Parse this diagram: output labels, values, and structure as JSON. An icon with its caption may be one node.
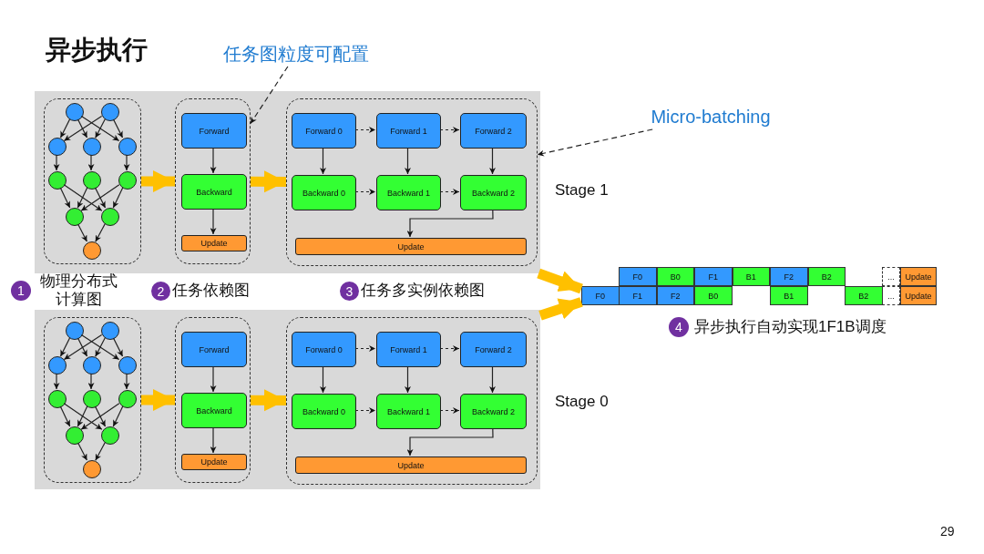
{
  "diagram": {
    "title": "异步执行",
    "nodes": [
      {
        "text": [
          "Stage 1"
        ]
      },
      {
        "text": [],
        "shape": "box",
        "in": 0
      },
      {
        "text": [],
        "shape": "circle",
        "in": 1
      },
      {
        "text": [],
        "shape": "circle",
        "in": 1
      },
      {
        "text": [],
        "shape": "circle",
        "in": 1
      },
      {
        "text": [],
        "shape": "circle",
        "in": 1
      },
      {
        "text": [],
        "shape": "circle",
        "in": 1
      },
      {
        "text": [],
        "shape": "circle",
        "in": 1
      },
      {
        "text": [],
        "shape": "circle",
        "in": 1
      },
      {
        "text": [],
        "shape": "circle",
        "in": 1
      },
      {
        "text": [],
        "shape": "circle",
        "in": 1
      },
      {
        "text": [],
        "shape": "circle",
        "in": 1
      },
      {
        "text": [],
        "shape": "circle",
        "in": 1
      },
      {
        "text": [],
        "shape": "box",
        "in": 0
      },
      {
        "text": [
          "Forward"
        ],
        "in": 13
      },
      {
        "text": [
          "Backward"
        ],
        "in": 13
      },
      {
        "text": [
          "Update"
        ],
        "in": 13
      },
      {
        "text": [],
        "shape": "box",
        "in": 0
      },
      {
        "text": [
          "Forward 0"
        ],
        "in": 17
      },
      {
        "text": [
          "Forward 1"
        ],
        "in": 17
      },
      {
        "text": [
          "Forward 2"
        ],
        "in": 17
      },
      {
        "text": [
          "Backward 0"
        ],
        "in": 17
      },
      {
        "text": [
          "Backward 1"
        ],
        "in": 17
      },
      {
        "text": [
          "Backward 2"
        ],
        "in": 17
      },
      {
        "text": [
          "Update"
        ],
        "in": 17
      },
      {
        "text": [
          "Stage 0"
        ]
      },
      {
        "text": [],
        "shape": "box",
        "in": 25
      },
      {
        "text": [],
        "shape": "circle",
        "in": 26
      },
      {
        "text": [],
        "shape": "circle",
        "in": 26
      },
      {
        "text": [],
        "shape": "circle",
        "in": 26
      },
      {
        "text": [],
        "shape": "circle",
        "in": 26
      },
      {
        "text": [],
        "shape": "circle",
        "in": 26
      },
      {
        "text": [],
        "shape": "circle",
        "in": 26
      },
      {
        "text": [],
        "shape": "circle",
        "in": 26
      },
      {
        "text": [],
        "shape": "circle",
        "in": 26
      },
      {
        "text": [],
        "shape": "circle",
        "in": 26
      },
      {
        "text": [],
        "shape": "circle",
        "in": 26
      },
      {
        "text": [],
        "shape": "circle",
        "in": 26
      },
      {
        "text": [],
        "shape": "box",
        "in": 25
      },
      {
        "text": [
          "Forward"
        ],
        "in": 38
      },
      {
        "text": [
          "Backward"
        ],
        "in": 38
      },
      {
        "text": [
          "Update"
        ],
        "in": 38
      },
      {
        "text": [],
        "shape": "box",
        "in": 25
      },
      {
        "text": [
          "Forward 0"
        ],
        "in": 42
      },
      {
        "text": [
          "Forward 1"
        ],
        "in": 42
      },
      {
        "text": [
          "Forward 2"
        ],
        "in": 42
      },
      {
        "text": [
          "Backward 0"
        ],
        "in": 42
      },
      {
        "text": [
          "Backward 1"
        ],
        "in": 42
      },
      {
        "text": [
          "Backward 2"
        ],
        "in": 42
      },
      {
        "text": [
          "Update"
        ],
        "in": 42
      },
      {
        "text": [
          "F0"
        ]
      },
      {
        "text": [
          "B0"
        ]
      },
      {
        "text": [
          "F1"
        ]
      },
      {
        "text": [
          "B1"
        ]
      },
      {
        "text": [
          "F2"
        ]
      },
      {
        "text": [
          "B2"
        ]
      },
      {
        "text": [
          "..."
        ]
      },
      {
        "text": [
          "Update"
        ]
      },
      {
        "text": [
          "F0"
        ]
      },
      {
        "text": [
          "F1"
        ]
      },
      {
        "text": [
          "F2"
        ]
      },
      {
        "text": [
          "B0"
        ]
      },
      {
        "text": [
          "B1"
        ]
      },
      {
        "text": [
          "B2"
        ]
      },
      {
        "text": [
          "..."
        ]
      },
      {
        "text": [
          "Update"
        ]
      },
      {
        "text": [
          "1"
        ],
        "beside": [
          "物理分布式计算图"
        ]
      },
      {
        "text": [
          "2"
        ],
        "beside": [
          "任务依赖图"
        ]
      },
      {
        "text": [
          "3"
        ],
        "beside": [
          "任务多实例依赖图"
        ]
      },
      {
        "text": [
          "4"
        ],
        "beside": [
          "异步执行自动实现1F1B调度"
        ]
      },
      {
        "text": [
          "任务图粒度可配置"
        ]
      },
      {
        "text": [
          "Micro-batching"
        ]
      }
    ],
    "edges": [
      {
        "from": 2,
        "to": 4,
        "arrow": "to"
      },
      {
        "from": 2,
        "to": 5,
        "arrow": "to"
      },
      {
        "from": 2,
        "to": 6,
        "arrow": "to"
      },
      {
        "from": 3,
        "to": 4,
        "arrow": "to"
      },
      {
        "from": 3,
        "to": 5,
        "arrow": "to"
      },
      {
        "from": 3,
        "to": 6,
        "arrow": "to"
      },
      {
        "from": 4,
        "to": 7,
        "arrow": "to"
      },
      {
        "from": 5,
        "to": 8,
        "arrow": "to"
      },
      {
        "from": 6,
        "to": 9,
        "arrow": "to"
      },
      {
        "from": 7,
        "to": 10,
        "arrow": "to"
      },
      {
        "from": 7,
        "to": 11,
        "arrow": "to"
      },
      {
        "from": 8,
        "to": 10,
        "arrow": "to"
      },
      {
        "from": 8,
        "to": 11,
        "arrow": "to"
      },
      {
        "from": 9,
        "to": 10,
        "arrow": "to"
      },
      {
        "from": 9,
        "to": 11,
        "arrow": "to"
      },
      {
        "from": 10,
        "to": 12,
        "arrow": "to"
      },
      {
        "from": 11,
        "to": 12,
        "arrow": "to"
      },
      {
        "from": 1,
        "to": 13,
        "arrow": "to",
        "style": "thick",
        "color": "#ffc000"
      },
      {
        "from": 13,
        "to": 17,
        "arrow": "to",
        "style": "thick",
        "color": "#ffc000"
      },
      {
        "from": 14,
        "to": 15,
        "arrow": "to"
      },
      {
        "from": 15,
        "to": 16,
        "arrow": "to"
      },
      {
        "from": 18,
        "to": 21,
        "arrow": "to"
      },
      {
        "from": 19,
        "to": 22,
        "arrow": "to"
      },
      {
        "from": 20,
        "to": 23,
        "arrow": "to"
      },
      {
        "from": 18,
        "to": 19,
        "arrow": "to",
        "style": "dashed"
      },
      {
        "from": 19,
        "to": 20,
        "arrow": "to",
        "style": "dashed"
      },
      {
        "from": 21,
        "to": 22,
        "arrow": "to",
        "style": "dashed"
      },
      {
        "from": 22,
        "to": 23,
        "arrow": "to",
        "style": "dashed"
      },
      {
        "from": 23,
        "to": 24,
        "arrow": "to"
      },
      {
        "from": 27,
        "to": 29,
        "arrow": "to"
      },
      {
        "from": 27,
        "to": 30,
        "arrow": "to"
      },
      {
        "from": 27,
        "to": 31,
        "arrow": "to"
      },
      {
        "from": 28,
        "to": 29,
        "arrow": "to"
      },
      {
        "from": 28,
        "to": 30,
        "arrow": "to"
      },
      {
        "from": 28,
        "to": 31,
        "arrow": "to"
      },
      {
        "from": 29,
        "to": 32,
        "arrow": "to"
      },
      {
        "from": 30,
        "to": 33,
        "arrow": "to"
      },
      {
        "from": 31,
        "to": 34,
        "arrow": "to"
      },
      {
        "from": 32,
        "to": 35,
        "arrow": "to"
      },
      {
        "from": 32,
        "to": 36,
        "arrow": "to"
      },
      {
        "from": 33,
        "to": 35,
        "arrow": "to"
      },
      {
        "from": 33,
        "to": 36,
        "arrow": "to"
      },
      {
        "from": 34,
        "to": 35,
        "arrow": "to"
      },
      {
        "from": 34,
        "to": 36,
        "arrow": "to"
      },
      {
        "from": 35,
        "to": 37,
        "arrow": "to"
      },
      {
        "from": 36,
        "to": 37,
        "arrow": "to"
      },
      {
        "from": 26,
        "to": 38,
        "arrow": "to",
        "style": "thick",
        "color": "#ffc000"
      },
      {
        "from": 38,
        "to": 42,
        "arrow": "to",
        "style": "thick",
        "color": "#ffc000"
      },
      {
        "from": 39,
        "to": 40,
        "arrow": "to"
      },
      {
        "from": 40,
        "to": 41,
        "arrow": "to"
      },
      {
        "from": 43,
        "to": 46,
        "arrow": "to"
      },
      {
        "from": 44,
        "to": 47,
        "arrow": "to"
      },
      {
        "from": 45,
        "to": 48,
        "arrow": "to"
      },
      {
        "from": 43,
        "to": 44,
        "arrow": "to",
        "style": "dashed"
      },
      {
        "from": 44,
        "to": 45,
        "arrow": "to",
        "style": "dashed"
      },
      {
        "from": 46,
        "to": 47,
        "arrow": "to",
        "style": "dashed"
      },
      {
        "from": 47,
        "to": 48,
        "arrow": "to",
        "style": "dashed"
      },
      {
        "from": 48,
        "to": 49,
        "arrow": "to"
      },
      {
        "from": 0,
        "to": 58,
        "arrow": "to",
        "style": "thick",
        "color": "#ffc000"
      },
      {
        "from": 25,
        "to": 58,
        "arrow": "to",
        "style": "thick",
        "color": "#ffc000"
      },
      {
        "from": 70,
        "to": 13,
        "arrow": "to",
        "style": "dashed"
      },
      {
        "from": 71,
        "to": 17,
        "arrow": "to",
        "style": "dashed"
      }
    ],
    "labels": [
      "29"
    ]
  }
}
